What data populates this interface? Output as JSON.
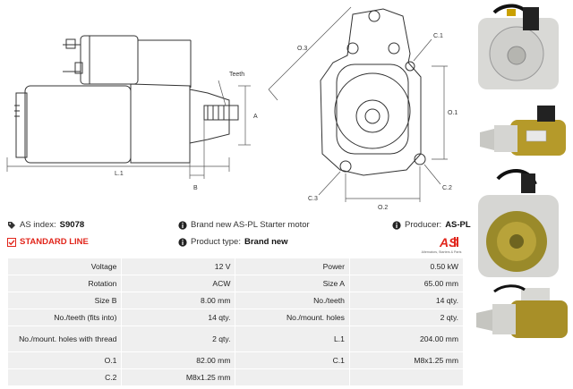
{
  "drawing": {
    "labels": {
      "teeth": "Teeth",
      "a": "A",
      "b": "B",
      "l1": "L.1",
      "o3": "O.3",
      "c1": "C.1",
      "o1": "O.1",
      "c2": "C.2",
      "c3": "C.3",
      "o2": "O.2"
    }
  },
  "info": {
    "as_index_label": "AS index:",
    "as_index_value": "S9078",
    "standard_line": "STANDARD LINE",
    "brand_new_text": "Brand new AS-PL Starter motor",
    "product_type_label": "Product type:",
    "product_type_value": "Brand new",
    "producer_label": "Producer:",
    "producer_value": "AS-PL"
  },
  "logo": {
    "text": "AS",
    "subtitle": "Alternators, Starters & Parts",
    "color": "#e1251b"
  },
  "specs": {
    "rows": [
      {
        "k1": "Voltage",
        "v1": "12 V",
        "k2": "Power",
        "v2": "0.50 kW"
      },
      {
        "k1": "Rotation",
        "v1": "ACW",
        "k2": "Size A",
        "v2": "65.00 mm"
      },
      {
        "k1": "Size B",
        "v1": "8.00 mm",
        "k2": "No./teeth",
        "v2": "14 qty."
      },
      {
        "k1": "No./teeth (fits into)",
        "v1": "14 qty.",
        "k2": "No./mount. holes",
        "v2": "2 qty."
      },
      {
        "k1": "No./mount. holes with thread",
        "v1": "2 qty.",
        "k2": "L.1",
        "v2": "204.00 mm"
      },
      {
        "k1": "O.1",
        "v1": "82.00 mm",
        "k2": "C.1",
        "v2": "M8x1.25 mm"
      },
      {
        "k1": "C.2",
        "v1": "M8x1.25 mm",
        "k2": "",
        "v2": ""
      }
    ]
  },
  "photos": {
    "items": [
      "starter-front-view",
      "starter-side-view",
      "starter-rear-view",
      "starter-top-view"
    ]
  }
}
